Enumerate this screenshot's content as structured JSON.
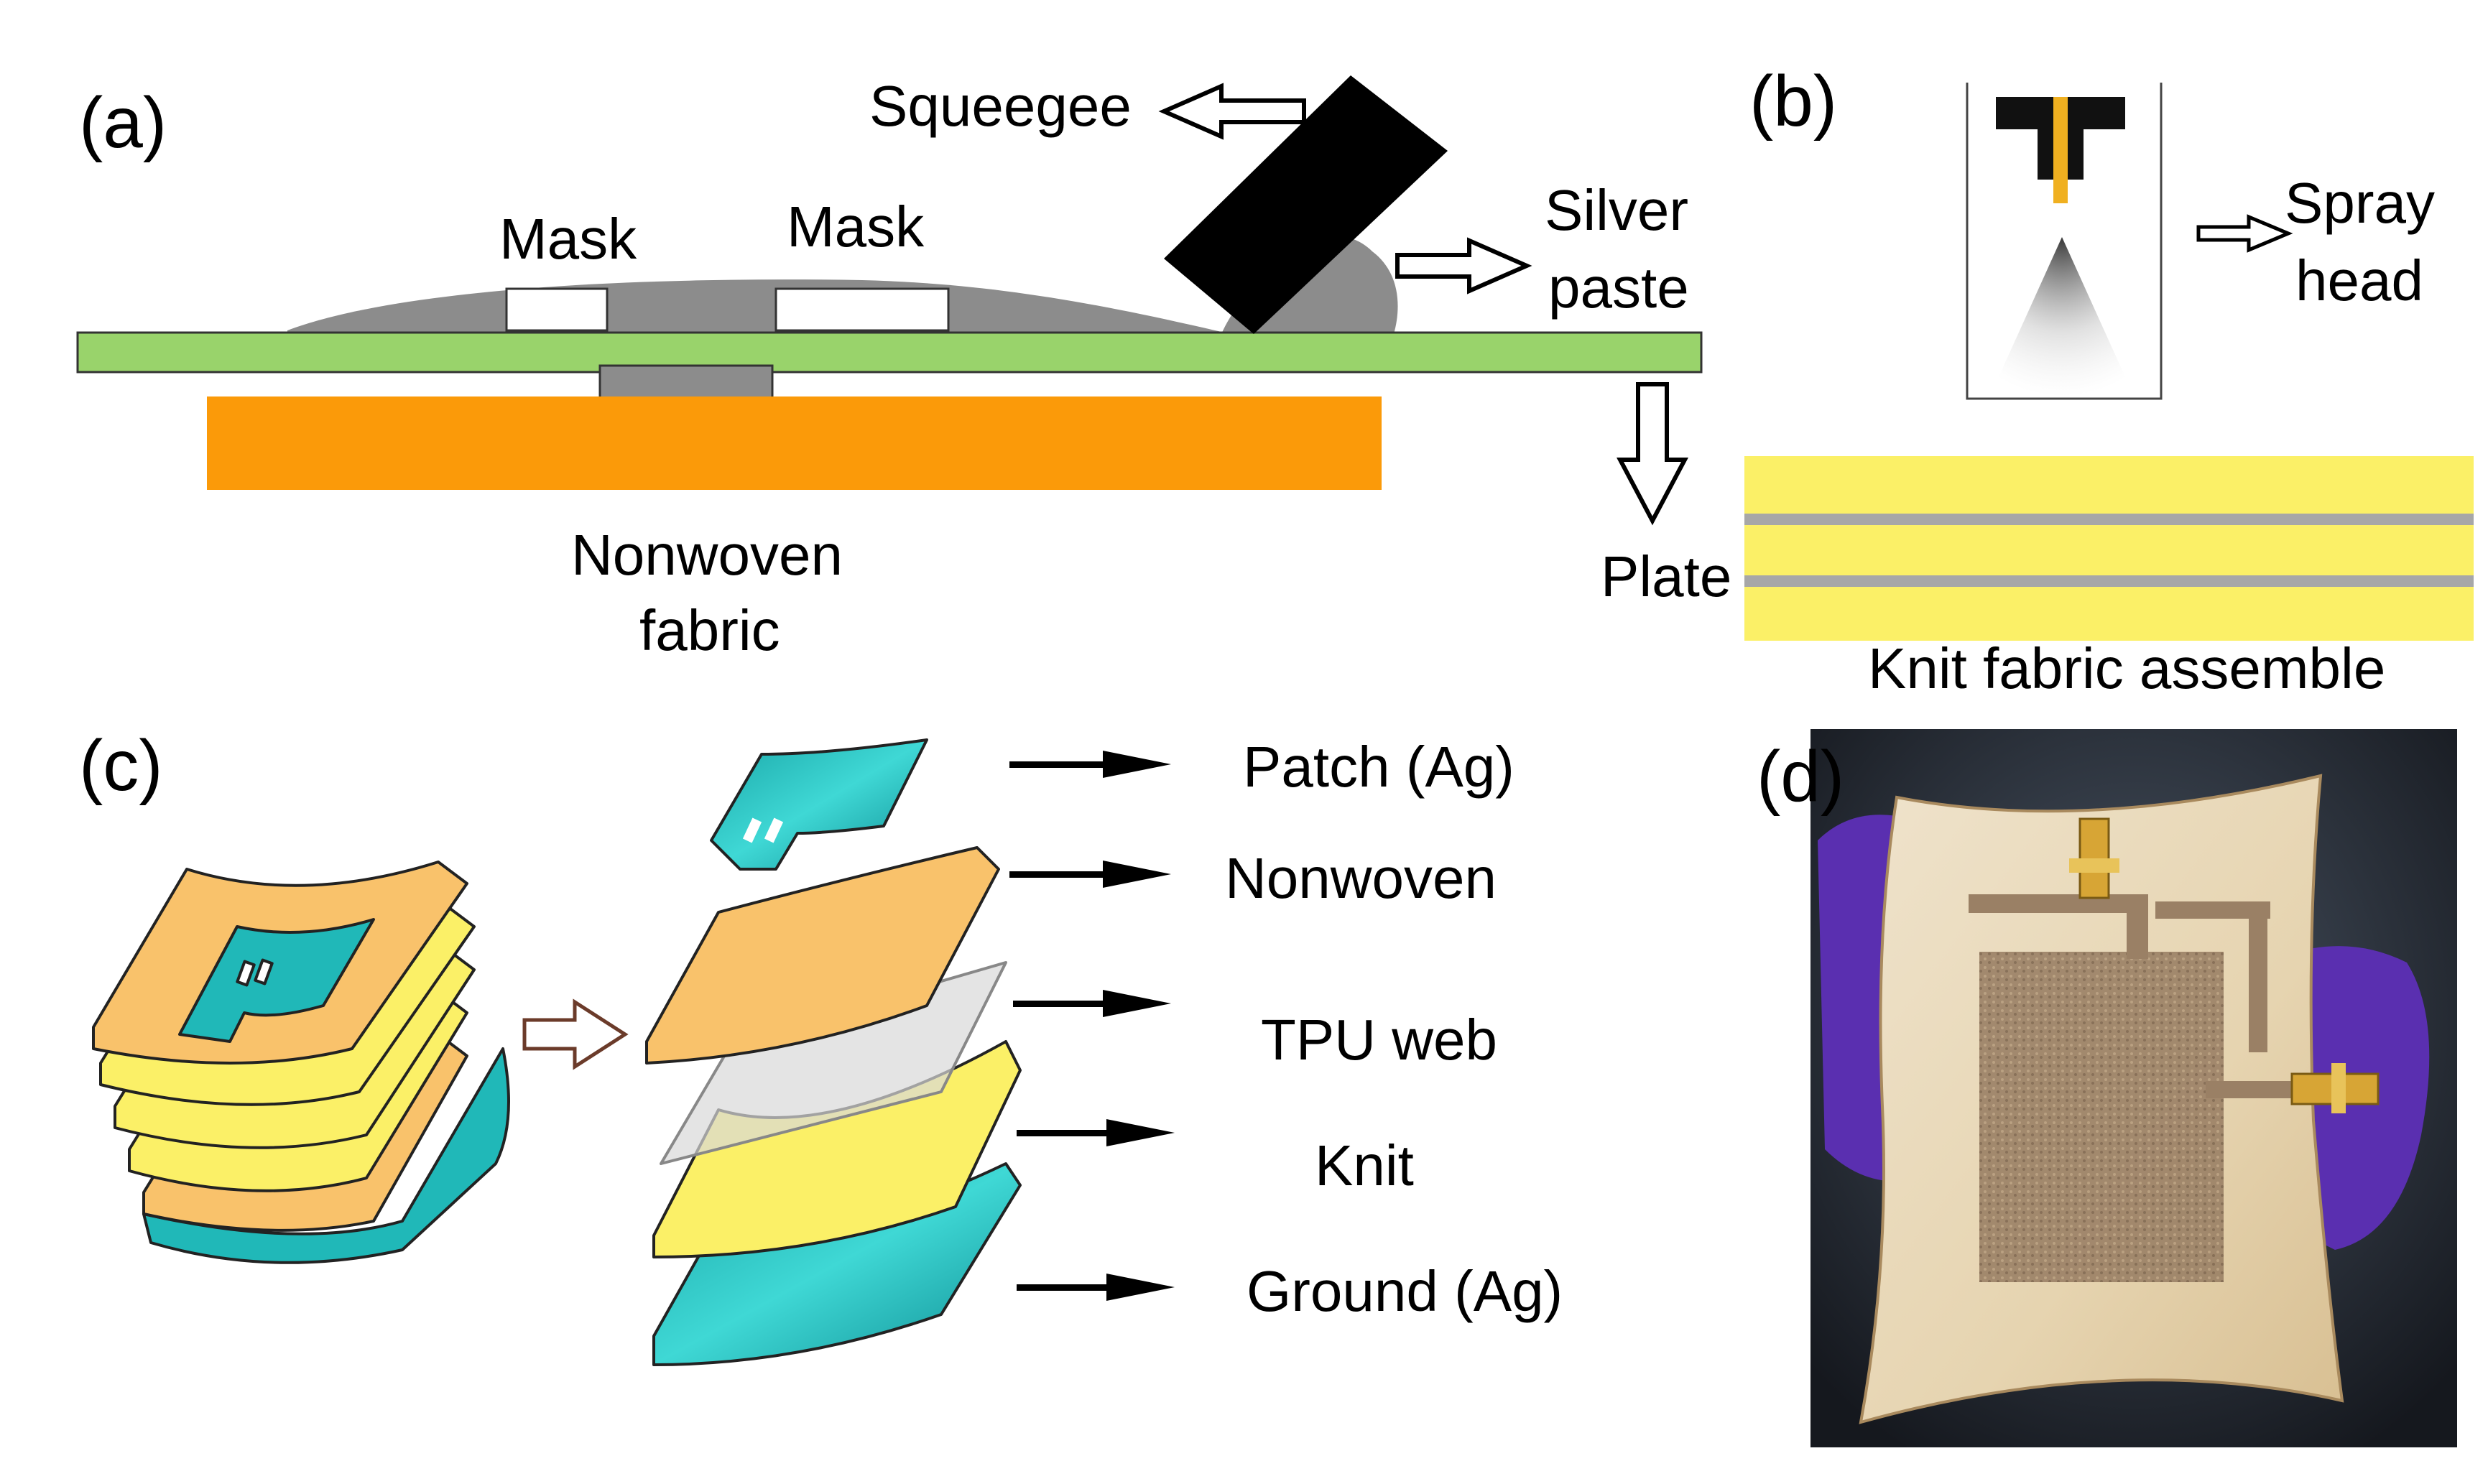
{
  "panels": {
    "a": {
      "tag": "(a)",
      "squeegee": "Squeegee",
      "mask_left": "Mask",
      "mask_right": "Mask",
      "silver": "Silver",
      "paste": "paste",
      "nonwoven_1": "Nonwoven",
      "nonwoven_2": "fabric",
      "plate": "Plate"
    },
    "b": {
      "tag": "(b)",
      "spray_1": "Spray",
      "spray_2": "head",
      "knit_assembly": "Knit fabric assemble"
    },
    "c": {
      "tag": "(c)",
      "layers": [
        "Patch (Ag)",
        "Nonwoven",
        "TPU web",
        "Knit",
        "Ground (Ag)"
      ]
    },
    "d": {
      "tag": "(d)"
    }
  },
  "colors": {
    "screen_green": "#99d36b",
    "nonwoven_orange": "#fb9a09",
    "paste_gray": "#8c8c8c",
    "knit_yellow": "#fbf067",
    "patch_orange": "#f9c26b",
    "silver_teal": "#20b8b8",
    "photo_background": "#2a2f38",
    "glove_purple": "#5a2fb0"
  }
}
